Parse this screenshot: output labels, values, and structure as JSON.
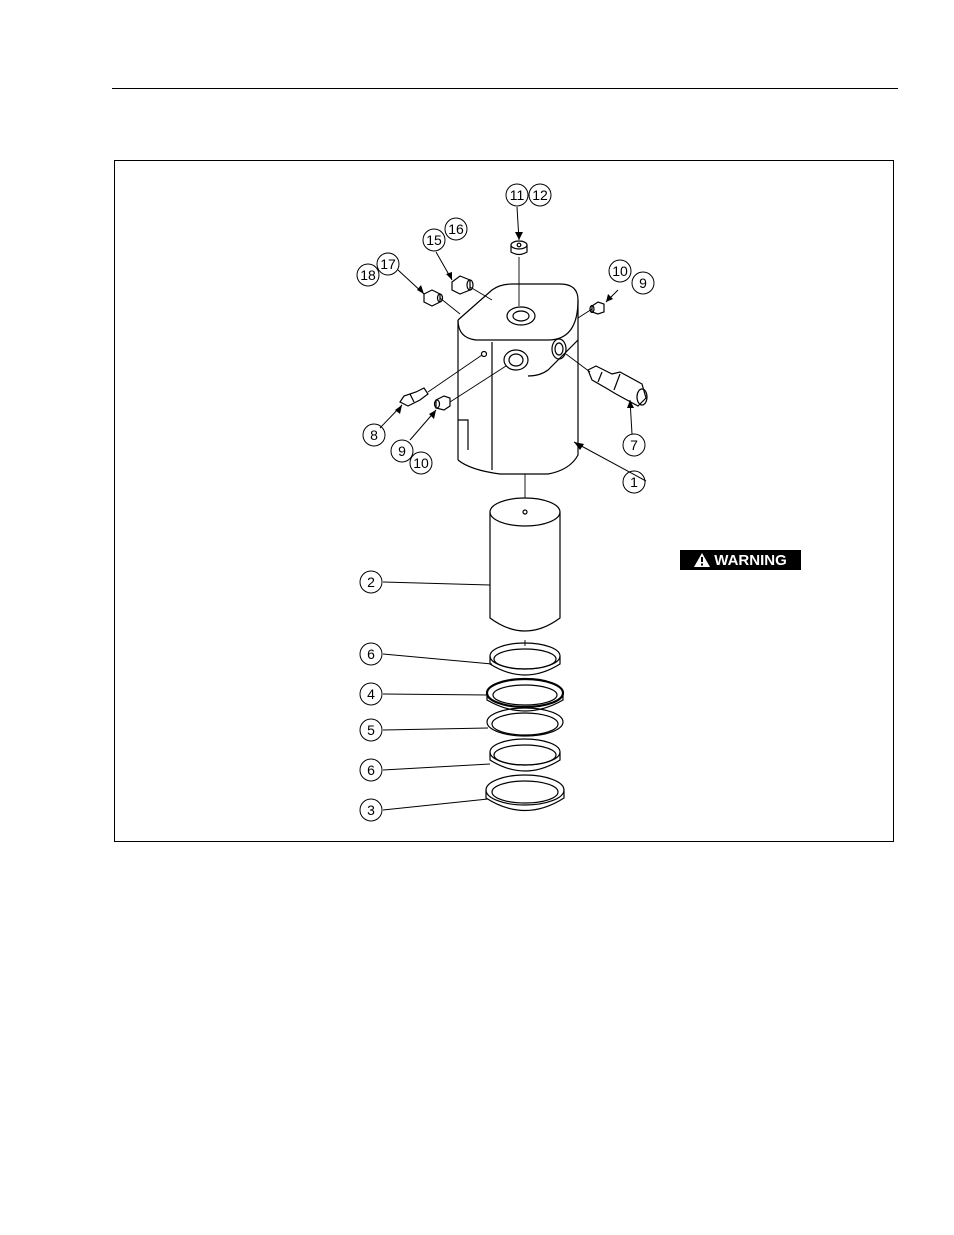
{
  "callouts": [
    {
      "id": "c1",
      "text": "1"
    },
    {
      "id": "c2",
      "text": "2"
    },
    {
      "id": "c3",
      "text": "3"
    },
    {
      "id": "c4",
      "text": "4"
    },
    {
      "id": "c5",
      "text": "5"
    },
    {
      "id": "c6a",
      "text": "6"
    },
    {
      "id": "c6b",
      "text": "6"
    },
    {
      "id": "c7",
      "text": "7"
    },
    {
      "id": "c8",
      "text": "8"
    },
    {
      "id": "c9a",
      "text": "9"
    },
    {
      "id": "c10a",
      "text": "10"
    },
    {
      "id": "c9b",
      "text": "9"
    },
    {
      "id": "c10b",
      "text": "10"
    },
    {
      "id": "c11",
      "text": "11"
    },
    {
      "id": "c12",
      "text": "12"
    },
    {
      "id": "c15",
      "text": "15"
    },
    {
      "id": "c16",
      "text": "16"
    },
    {
      "id": "c17",
      "text": "17"
    },
    {
      "id": "c18",
      "text": "18"
    }
  ],
  "warning_label": "WARNING",
  "icons": {
    "warning": "warning-triangle-icon"
  }
}
